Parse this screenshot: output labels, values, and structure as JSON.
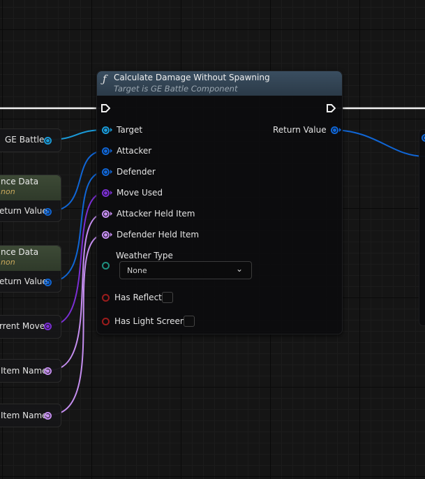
{
  "main_node": {
    "title": "Calculate Damage Without Spawning",
    "subtitle": "Target is GE Battle Component",
    "icon": "function-icon",
    "inputs": {
      "target": "Target",
      "attacker": "Attacker",
      "defender": "Defender",
      "move_used": "Move Used",
      "attacker_held_item": "Attacker Held Item",
      "defender_held_item": "Defender Held Item",
      "weather_type": "Weather Type",
      "has_reflect": "Has Reflect",
      "has_light_screen": "Has Light Screen"
    },
    "weather_type_value": "None",
    "has_reflect_checked": false,
    "has_light_screen_checked": false,
    "output": "Return Value"
  },
  "left_nodes": {
    "ge_battle": "GE Battle",
    "instance_data_1": {
      "title": "nce Data",
      "subtitle": "non",
      "output": "eturn Value"
    },
    "instance_data_2": {
      "title": "nce Data",
      "subtitle": "non",
      "output": "eturn Value"
    },
    "current_move": "rrent Move",
    "item_name_1": "Item Name",
    "item_name_2": "Item Name"
  },
  "colors": {
    "object_pin": "#1a9ad8",
    "struct_pin": "#1066d6",
    "move_pin": "#7b2fd4",
    "item_pin": "#c58ef0",
    "enum_pin": "#1f8f7f",
    "bool_pin": "#9b1c1c",
    "exec_pin": "#ffffff"
  }
}
